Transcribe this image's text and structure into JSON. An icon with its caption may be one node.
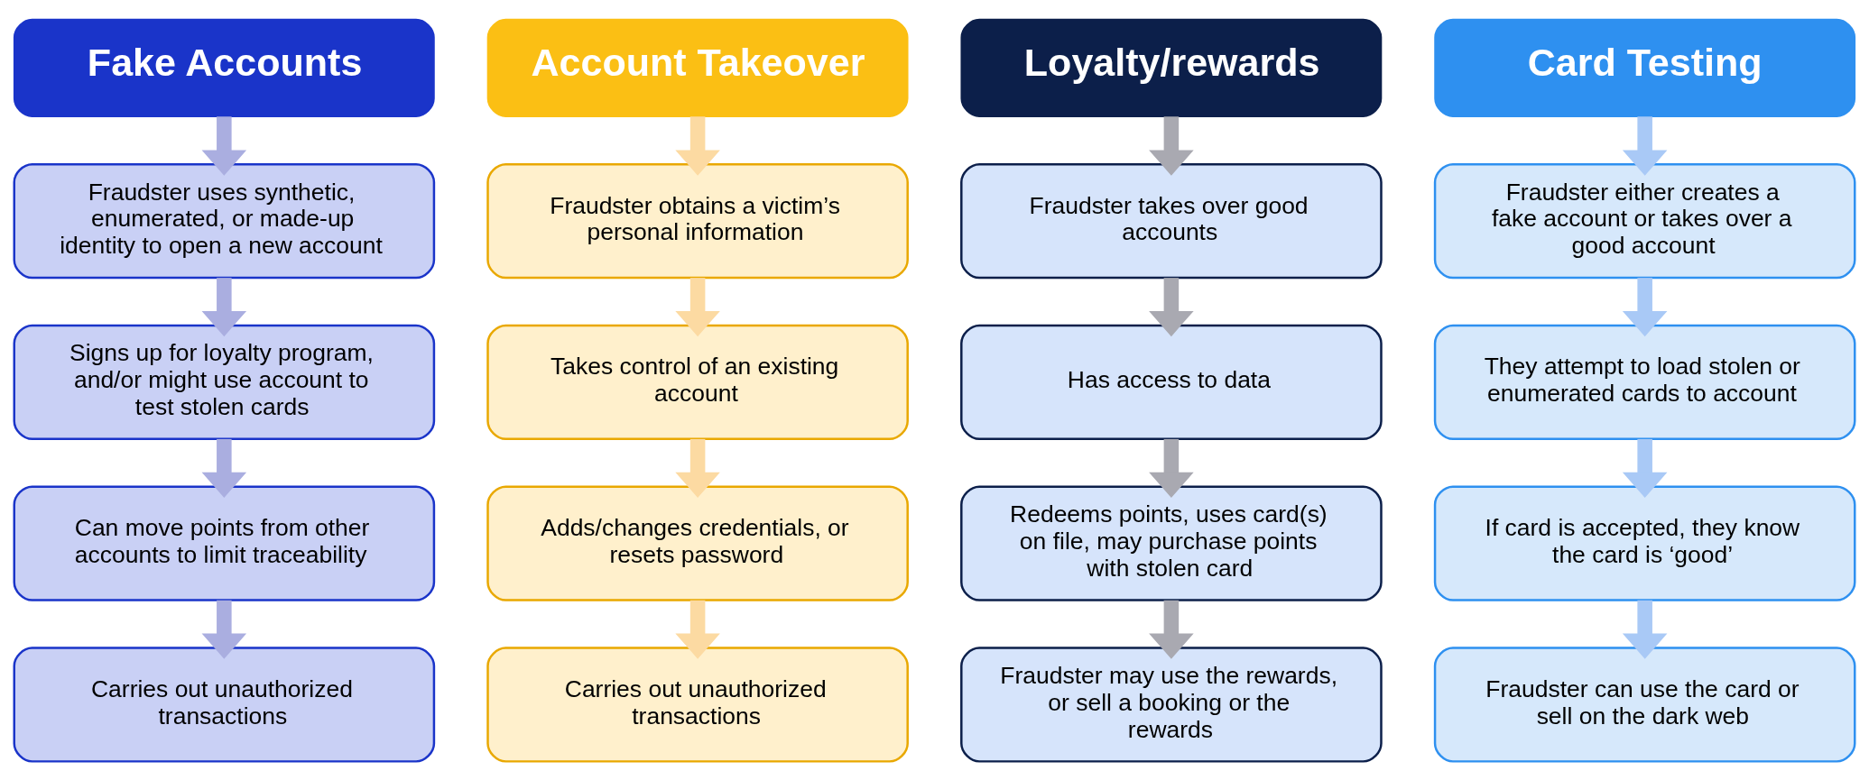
{
  "diagram": {
    "nodes": [
      {
        "text": [
          "Fake Accounts"
        ]
      },
      {
        "text": [
          "Fraudster uses synthetic, enumerated, or made-up identity to open a new account"
        ]
      },
      {
        "text": [
          "Signs up for loyalty program, and/or might use account to test stolen cards"
        ]
      },
      {
        "text": [
          "Can move points from other accounts to limit traceability"
        ]
      },
      {
        "text": [
          "Carries out unauthorized transactions"
        ]
      },
      {
        "text": [
          "Account Takeover"
        ]
      },
      {
        "text": [
          "Fraudster obtains a victim’s personal information"
        ]
      },
      {
        "text": [
          "Takes control of an existing account"
        ]
      },
      {
        "text": [
          "Adds/changes credentials, or resets password"
        ]
      },
      {
        "text": [
          "Carries out unauthorized transactions"
        ]
      },
      {
        "text": [
          "Loyalty/rewards"
        ]
      },
      {
        "text": [
          "Fraudster takes over good accounts"
        ]
      },
      {
        "text": [
          "Has access to data"
        ]
      },
      {
        "text": [
          "Redeems points, uses card(s) on file, may purchase points with stolen card"
        ]
      },
      {
        "text": [
          "Fraudster may use the rewards, or sell a booking or the rewards"
        ]
      },
      {
        "text": [
          "Card Testing"
        ]
      },
      {
        "text": [
          "Fraudster either creates a fake account or takes over a good account"
        ]
      },
      {
        "text": [
          "They attempt to load stolen or enumerated cards to account"
        ]
      },
      {
        "text": [
          "If card is accepted, they know the card is ‘good’"
        ]
      },
      {
        "text": [
          "Fraudster can use the card or sell on the dark web"
        ]
      }
    ],
    "edges": [
      {
        "from": 0,
        "to": 1,
        "arrow": "to",
        "color": "#aaaee0"
      },
      {
        "from": 1,
        "to": 2,
        "arrow": "to",
        "color": "#aaaee0"
      },
      {
        "from": 2,
        "to": 3,
        "arrow": "to",
        "color": "#aaaee0"
      },
      {
        "from": 3,
        "to": 4,
        "arrow": "to",
        "color": "#aaaee0"
      },
      {
        "from": 5,
        "to": 6,
        "arrow": "to",
        "color": "#fcdaa2"
      },
      {
        "from": 6,
        "to": 7,
        "arrow": "to",
        "color": "#fcdaa2"
      },
      {
        "from": 7,
        "to": 8,
        "arrow": "to",
        "color": "#fcdaa2"
      },
      {
        "from": 8,
        "to": 9,
        "arrow": "to",
        "color": "#fcdaa2"
      },
      {
        "from": 10,
        "to": 11,
        "arrow": "to",
        "color": "#a9a9b1"
      },
      {
        "from": 11,
        "to": 12,
        "arrow": "to",
        "color": "#a9a9b1"
      },
      {
        "from": 12,
        "to": 13,
        "arrow": "to",
        "color": "#a9a9b1"
      },
      {
        "from": 13,
        "to": 14,
        "arrow": "to",
        "color": "#a9a9b1"
      },
      {
        "from": 15,
        "to": 16,
        "arrow": "to",
        "color": "#a9c9f6"
      },
      {
        "from": 16,
        "to": 17,
        "arrow": "to",
        "color": "#a9c9f6"
      },
      {
        "from": 17,
        "to": 18,
        "arrow": "to",
        "color": "#a9c9f6"
      },
      {
        "from": 18,
        "to": 19,
        "arrow": "to",
        "color": "#a9c9f6"
      }
    ]
  }
}
